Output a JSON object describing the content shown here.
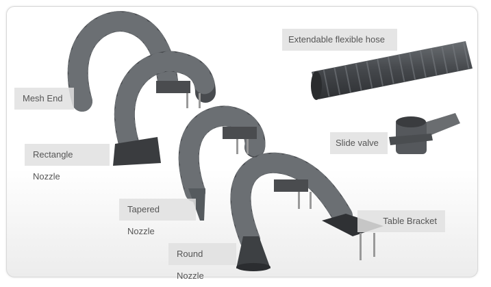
{
  "labels": {
    "mesh_end": "Mesh End",
    "rectangle_nozzle": "Rectangle Nozzle",
    "tapered_nozzle": "Tapered Nozzle",
    "round_nozzle": "Round Nozzle",
    "table_bracket": "Table Bracket",
    "slide_valve": "Slide valve",
    "extendable_hose": "Extendable flexible hose"
  },
  "colors": {
    "hose": "#4a4d51",
    "label_bg": "#e1e1e1",
    "label_text": "#555555"
  }
}
